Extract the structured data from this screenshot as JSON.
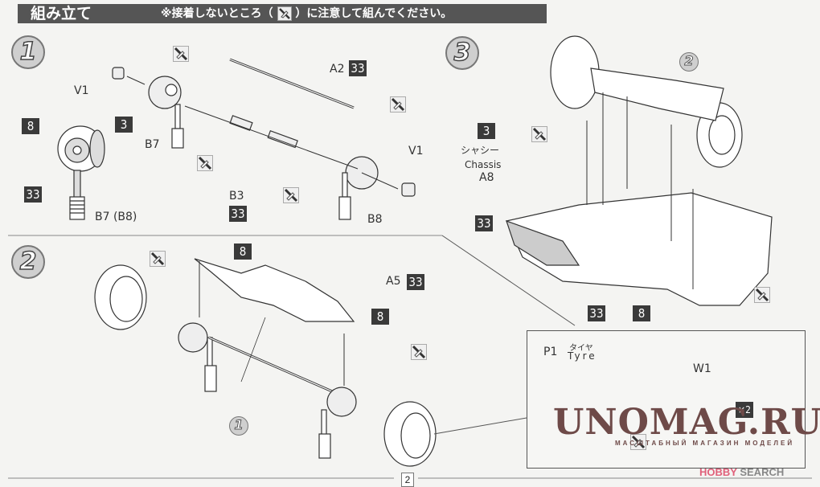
{
  "header": {
    "title": "組み立て",
    "note_prefix": "※接着しないところ（",
    "note_suffix": "）に注意して組んでください。",
    "note_icon": "no-glue-icon"
  },
  "steps": [
    {
      "number": "1",
      "labels": {
        "v1_left": "V1",
        "b7": "B7",
        "b7_b8": "B7 (B8)",
        "a2": "A2",
        "b3": "B3",
        "v1_right": "V1",
        "b8": "B8"
      },
      "color_badges": {
        "detail_8": "8",
        "detail_3": "3",
        "detail_33": "33",
        "a2_color": "33",
        "b3_color": "33"
      }
    },
    {
      "number": "2",
      "labels": {
        "a5": "A5"
      },
      "color_badges": {
        "top_8": "8",
        "a5_color": "33",
        "right_8": "8"
      },
      "sub_assembly_ref": "1"
    },
    {
      "number": "3",
      "labels": {
        "chassis_jp": "シャシー",
        "chassis_en": "Chassis",
        "a8": "A8"
      },
      "color_badges": {
        "chassis_color": "3",
        "a8_color": "33",
        "bottom_33": "33",
        "bottom_8": "8"
      },
      "sub_assembly_ref": "2"
    }
  ],
  "inset": {
    "p1": "P1",
    "tyre_jp": "タイヤ",
    "tyre_en": "Tyre",
    "w1": "W1",
    "quantity_badge": "×2"
  },
  "watermark": {
    "main": "UNOMAG.RU",
    "sub": "МАСШТАБНЫЙ МАГАЗИН МОДЕЛЕЙ"
  },
  "hobby_search": {
    "hobby": "HOBBY",
    "search": "SEARCH",
    "hobby_color": "#e0607a",
    "search_color": "#888888"
  },
  "page_number": "2"
}
